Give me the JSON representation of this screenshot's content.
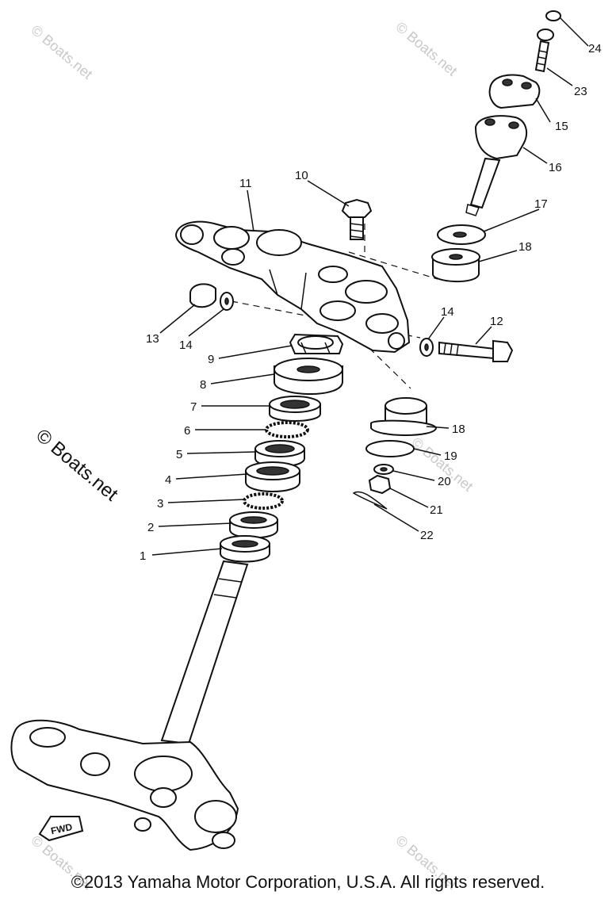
{
  "watermark": "© Boats.net",
  "copyright": "©2013 Yamaha Motor Corporation, U.S.A. All rights reserved.",
  "fwd_label": "FWD",
  "callouts": [
    "1",
    "2",
    "3",
    "4",
    "5",
    "6",
    "7",
    "8",
    "9",
    "10",
    "11",
    "12",
    "13",
    "14",
    "14",
    "15",
    "16",
    "17",
    "18",
    "18",
    "19",
    "20",
    "21",
    "22",
    "23",
    "24"
  ]
}
